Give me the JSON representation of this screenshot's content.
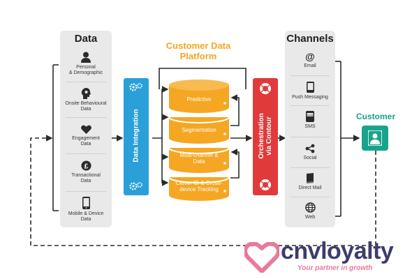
{
  "data_column": {
    "title": "Data",
    "items": [
      {
        "label": "Personal\n& Demographic",
        "icon": "person-icon"
      },
      {
        "label": "Onsite Behavioural\nData",
        "icon": "head-icon"
      },
      {
        "label": "Engagement\nData",
        "icon": "heart-icon"
      },
      {
        "label": "Transactional\nData",
        "icon": "pound-coin-icon"
      },
      {
        "label": "Mobile & Device\nData",
        "icon": "mobile-icon"
      }
    ]
  },
  "integration": {
    "label": "Data Integration"
  },
  "platform": {
    "title": "Customer Data\nPlatform",
    "layers": [
      {
        "label": "Predictive"
      },
      {
        "label": "Segmentation"
      },
      {
        "label": "Multi-channel &\nData"
      },
      {
        "label": "Clever ID & Cross-\ndevice Tracking"
      }
    ]
  },
  "orchestration": {
    "label": "Orchestration\nvia Contour"
  },
  "channels_column": {
    "title": "Channels",
    "items": [
      {
        "label": "Email",
        "icon": "at-icon"
      },
      {
        "label": "Push Messaging",
        "icon": "phone-icon"
      },
      {
        "label": "SMS",
        "icon": "sms-icon"
      },
      {
        "label": "Social",
        "icon": "share-icon"
      },
      {
        "label": "Direct Mail",
        "icon": "book-icon"
      },
      {
        "label": "Web",
        "icon": "globe-icon"
      }
    ]
  },
  "customer": {
    "label": "Customer",
    "icon": "user-icon"
  },
  "brand": {
    "name": "cnvloyalty",
    "tagline": "Your partner in growth",
    "logo_icon": "heart-logo-icon"
  },
  "colors": {
    "orange": "#f5a623",
    "blue": "#2a9fd8",
    "red": "#e03a3a",
    "teal": "#1aa38c",
    "panel": "#e9e9e9",
    "brand_pink": "#e97a9a",
    "brand_text": "#3d3d6b"
  }
}
